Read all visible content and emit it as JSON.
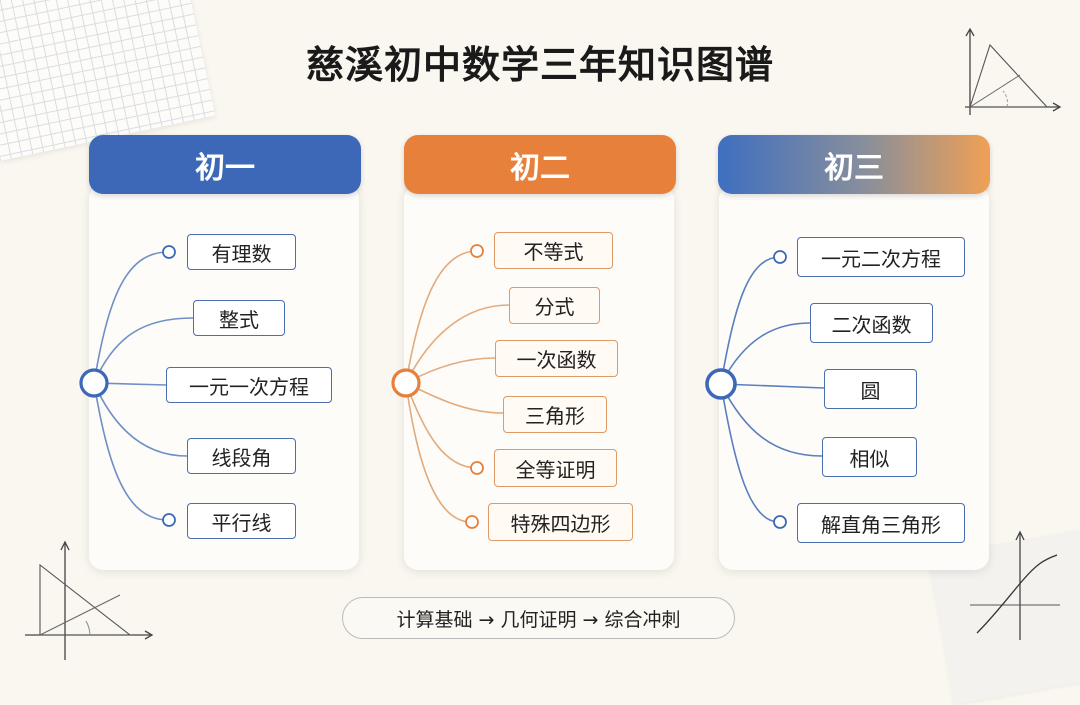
{
  "title": "慈溪初中数学三年知识图谱",
  "colors": {
    "grade1": "#3c68b7",
    "grade2": "#e7803a",
    "grade3_start": "#3f6fc0",
    "grade3_end": "#f0a055"
  },
  "grades": [
    {
      "name": "初一",
      "topics": [
        "有理数",
        "整式",
        "一元一次方程",
        "线段角",
        "平行线"
      ]
    },
    {
      "name": "初二",
      "topics": [
        "不等式",
        "分式",
        "一次函数",
        "三角形",
        "全等证明",
        "特殊四边形"
      ]
    },
    {
      "name": "初三",
      "topics": [
        "一元二次方程",
        "二次函数",
        "圆",
        "相似",
        "解直角三角形"
      ]
    }
  ],
  "footer": "计算基础 → 几何证明 → 综合冲刺"
}
